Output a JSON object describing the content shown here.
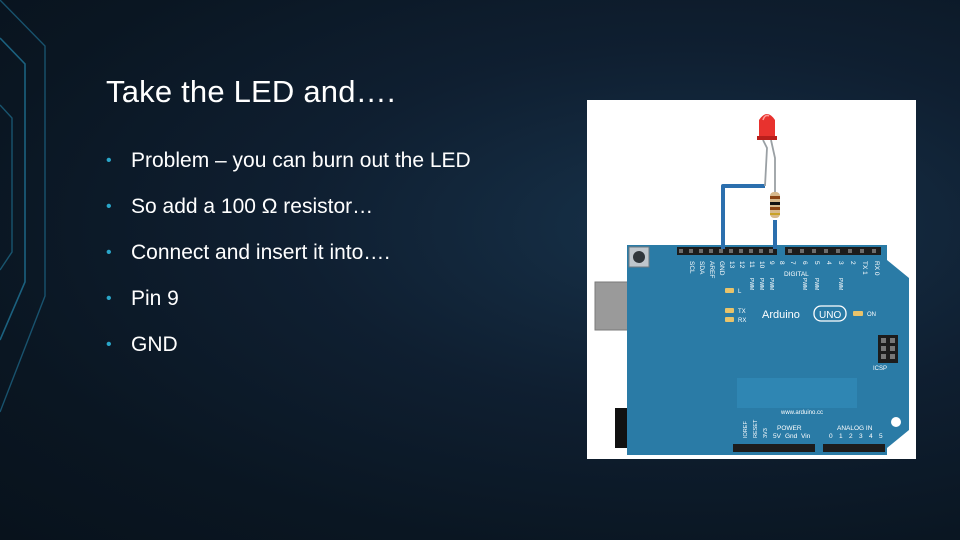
{
  "slide": {
    "title": "Take the LED and….",
    "bullets": [
      "Problem – you can burn out the LED",
      "So add a 100 Ω resistor…",
      "Connect and insert it into….",
      "Pin 9",
      "GND"
    ]
  },
  "board": {
    "brand": "Arduino",
    "model": "UNO",
    "website": "www.arduino.cc",
    "on_label": "ON",
    "icsp_label": "ICSP",
    "l_label": "L",
    "tx_label": "TX",
    "rx_label": "RX",
    "digital_label": "DIGITAL",
    "power_label": "POWER",
    "analog_label": "ANALOG IN",
    "top_pin_labels": {
      "scl": "SCL",
      "sda": "SDA",
      "aref": "AREF",
      "gnd": "GND",
      "p13": "13",
      "p12": "12",
      "p11": "11",
      "p10": "10",
      "p9": "9",
      "p8": "8",
      "p7": "7",
      "p6": "6",
      "p5": "5",
      "p4": "4",
      "p3": "3",
      "p2": "2",
      "tx1": "TX 1",
      "rx0": "RX 0",
      "pwm": "PWM"
    },
    "power_pins": {
      "ioref": "IOREF",
      "reset": "RESET",
      "v33": "3V3",
      "v5": "5V",
      "gnd": "Gnd",
      "vin": "Vin"
    },
    "analog_pins": [
      "0",
      "1",
      "2",
      "3",
      "4",
      "5"
    ]
  },
  "colors": {
    "background": "#0b1826",
    "accent": "#2aa6c9",
    "board": "#2a7ba6",
    "board_dark": "#1f6389",
    "wire": "#2b6fae",
    "led": "#e8322e"
  }
}
